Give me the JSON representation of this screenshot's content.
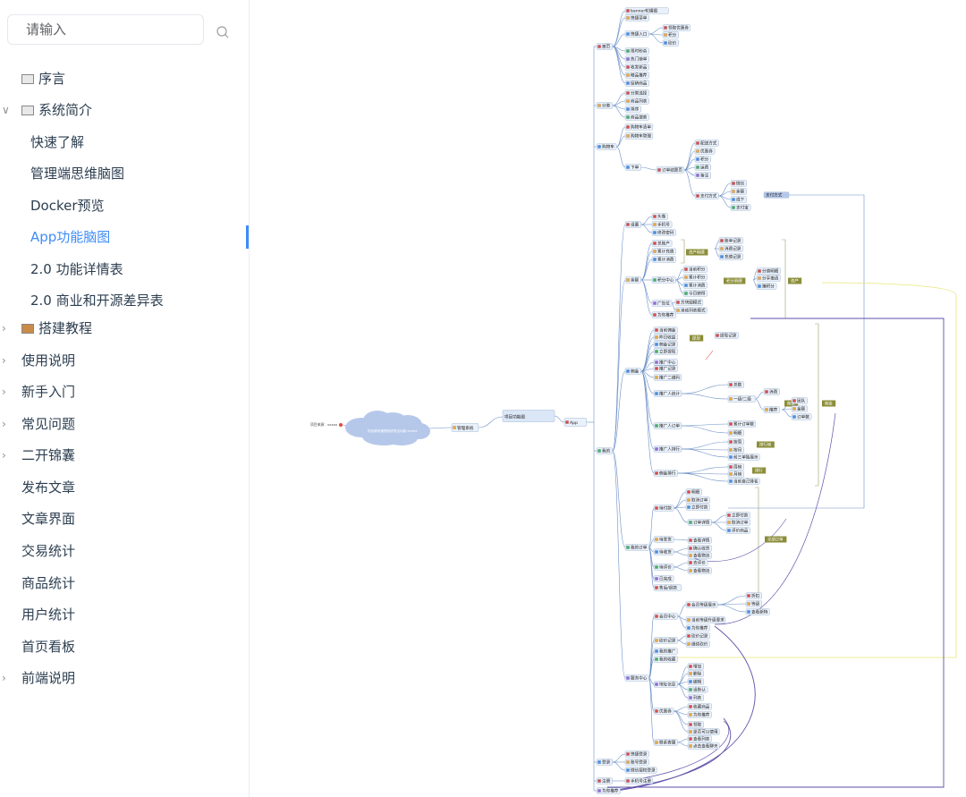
{
  "sidebar": {
    "search_placeholder": "请输入",
    "items": [
      {
        "label": "序言",
        "icon": "book-icon"
      },
      {
        "label": "系统简介",
        "icon": "newspaper-icon",
        "expanded": true
      },
      {
        "label": "快速了解"
      },
      {
        "label": "管理端思维脑图"
      },
      {
        "label": "Docker预览"
      },
      {
        "label": "App功能脑图",
        "active": true
      },
      {
        "label": "2.0 功能详情表"
      },
      {
        "label": "2.0 商业和开源差异表"
      },
      {
        "label": "搭建教程",
        "icon": "factory-icon"
      },
      {
        "label": "使用说明"
      },
      {
        "label": "新手入门"
      },
      {
        "label": "常见问题"
      },
      {
        "label": "二开锦囊"
      },
      {
        "label": "发布文章"
      },
      {
        "label": "文章界面"
      },
      {
        "label": "交易统计"
      },
      {
        "label": "商品统计"
      },
      {
        "label": "用户统计"
      },
      {
        "label": "首页看板"
      },
      {
        "label": "前端说明"
      }
    ]
  },
  "mindmap": {
    "colors": {
      "line": "#6b8fc7",
      "node_fill": "#eaf1fb",
      "root_fill": "#dbe7f7",
      "cloud": "#b6c8ea",
      "purple": "#5e4fa8",
      "yellow": "#e9e77a",
      "green_tag": "#8b8d3a"
    },
    "root": "项目功能图",
    "source_note": "项目来源：xxxxx",
    "cloud_text": "项目源有管理系统项目功能.xmind",
    "admin_node": "管理系统",
    "app_node": "App",
    "top": {
      "home": "首页",
      "category": "分类",
      "cart": "购物车",
      "mine": "我的",
      "login": "登录",
      "register": "注册",
      "recommend": "为你推荐"
    },
    "home": [
      "banner轮播图",
      "快捷菜单",
      "快捷入口",
      "限时秒杀",
      "热门榜单",
      "收发新品",
      "精品推荐",
      "促销商品"
    ],
    "home_entry": [
      "领取优惠券",
      "积分",
      "砍价"
    ],
    "category": [
      "分类选择",
      "商品列表",
      "排序",
      "商品搜索"
    ],
    "cart": [
      "购物车清单",
      "购物车管理",
      "下单"
    ],
    "cart_order": "订单结算页",
    "cart_order_items": [
      "配送方式",
      "优惠券",
      "积分",
      "运费",
      "备注",
      "支付方式"
    ],
    "pay_items": [
      "微信",
      "余额",
      "线下",
      "支付宝"
    ],
    "mine": [
      "设置",
      "余额",
      "佣金",
      "我的订单",
      "服务中心"
    ],
    "settings": [
      "头像",
      "手机号",
      "修改密码"
    ],
    "balance": [
      "总账户",
      "累计充值",
      "累计消费",
      "积分中心",
      "广告位",
      "为你推荐"
    ],
    "balance_tags": [
      "资产明细",
      "积分明细",
      "资产"
    ],
    "balance_right": [
      "账单记录",
      "消费记录",
      "充值记录"
    ],
    "points": [
      "当前积分",
      "累计积分",
      "累计消费",
      "今日获得"
    ],
    "points_right": [
      "分值明细",
      "分享邀请",
      "赚积分"
    ],
    "ads": [
      "方块图模式",
      "滚动列表模式"
    ],
    "commission": [
      "当前佣金",
      "昨日收益",
      "佣金记录",
      "立即提现",
      "推广中心",
      "推广记录",
      "推广二维码",
      "推广人统计",
      "推广人订单",
      "推广人排行",
      "佣金排行"
    ],
    "commission_tags": [
      "提现",
      "佣金",
      "排行榜"
    ],
    "orders": [
      "待付款",
      "待发货",
      "待收货",
      "待评价",
      "已完成",
      "售后/退款"
    ],
    "orders_tags": [
      "全部订单",
      "订单详情"
    ],
    "service": [
      "会员中心",
      "砍价记录",
      "我的推广",
      "我的收藏",
      "地址信息",
      "优惠券",
      "联系客服"
    ],
    "login_items": [
      "快捷登录",
      "账号登录",
      "微信授权登录"
    ],
    "register_items": [
      "手机号注册"
    ]
  }
}
